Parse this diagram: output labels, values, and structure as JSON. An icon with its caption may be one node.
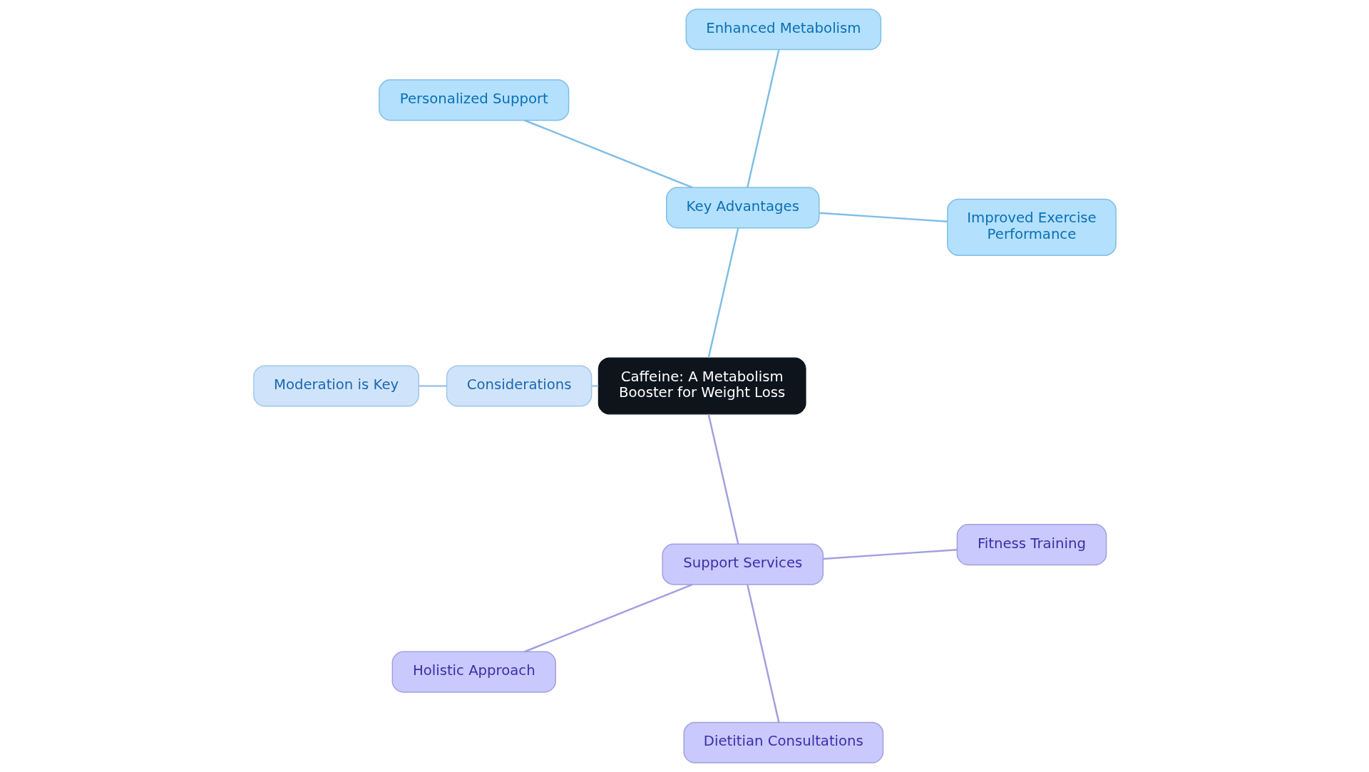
{
  "diagram": {
    "nodes": [
      {
        "text": [
          "Caffeine: A Metabolism Booster for Weight Loss"
        ]
      },
      {
        "text": [
          "Key Advantages"
        ]
      },
      {
        "text": [
          "Improved Exercise Performance"
        ]
      },
      {
        "text": [
          "Enhanced Metabolism"
        ]
      },
      {
        "text": [
          "Personalized Support"
        ]
      },
      {
        "text": [
          "Considerations"
        ]
      },
      {
        "text": [
          "Moderation is Key"
        ]
      },
      {
        "text": [
          "Support Services"
        ]
      },
      {
        "text": [
          "Holistic Approach"
        ]
      },
      {
        "text": [
          "Dietitian Consultations"
        ]
      },
      {
        "text": [
          "Fitness Training"
        ]
      }
    ],
    "edges": [
      {
        "from": 0,
        "to": 1,
        "arrow": "none",
        "color": "#7fbde6"
      },
      {
        "from": 1,
        "to": 2,
        "arrow": "none",
        "color": "#7fbde6"
      },
      {
        "from": 1,
        "to": 3,
        "arrow": "none",
        "color": "#7fbde6"
      },
      {
        "from": 1,
        "to": 4,
        "arrow": "none",
        "color": "#7fbde6"
      },
      {
        "from": 0,
        "to": 5,
        "arrow": "none",
        "color": "#9fc5e8"
      },
      {
        "from": 5,
        "to": 6,
        "arrow": "none",
        "color": "#9fc5e8"
      },
      {
        "from": 0,
        "to": 7,
        "arrow": "none",
        "color": "#a09fe0"
      },
      {
        "from": 7,
        "to": 8,
        "arrow": "none",
        "color": "#a09fe0"
      },
      {
        "from": 7,
        "to": 9,
        "arrow": "none",
        "color": "#a09fe0"
      },
      {
        "from": 7,
        "to": 10,
        "arrow": "none",
        "color": "#a09fe0"
      }
    ]
  }
}
